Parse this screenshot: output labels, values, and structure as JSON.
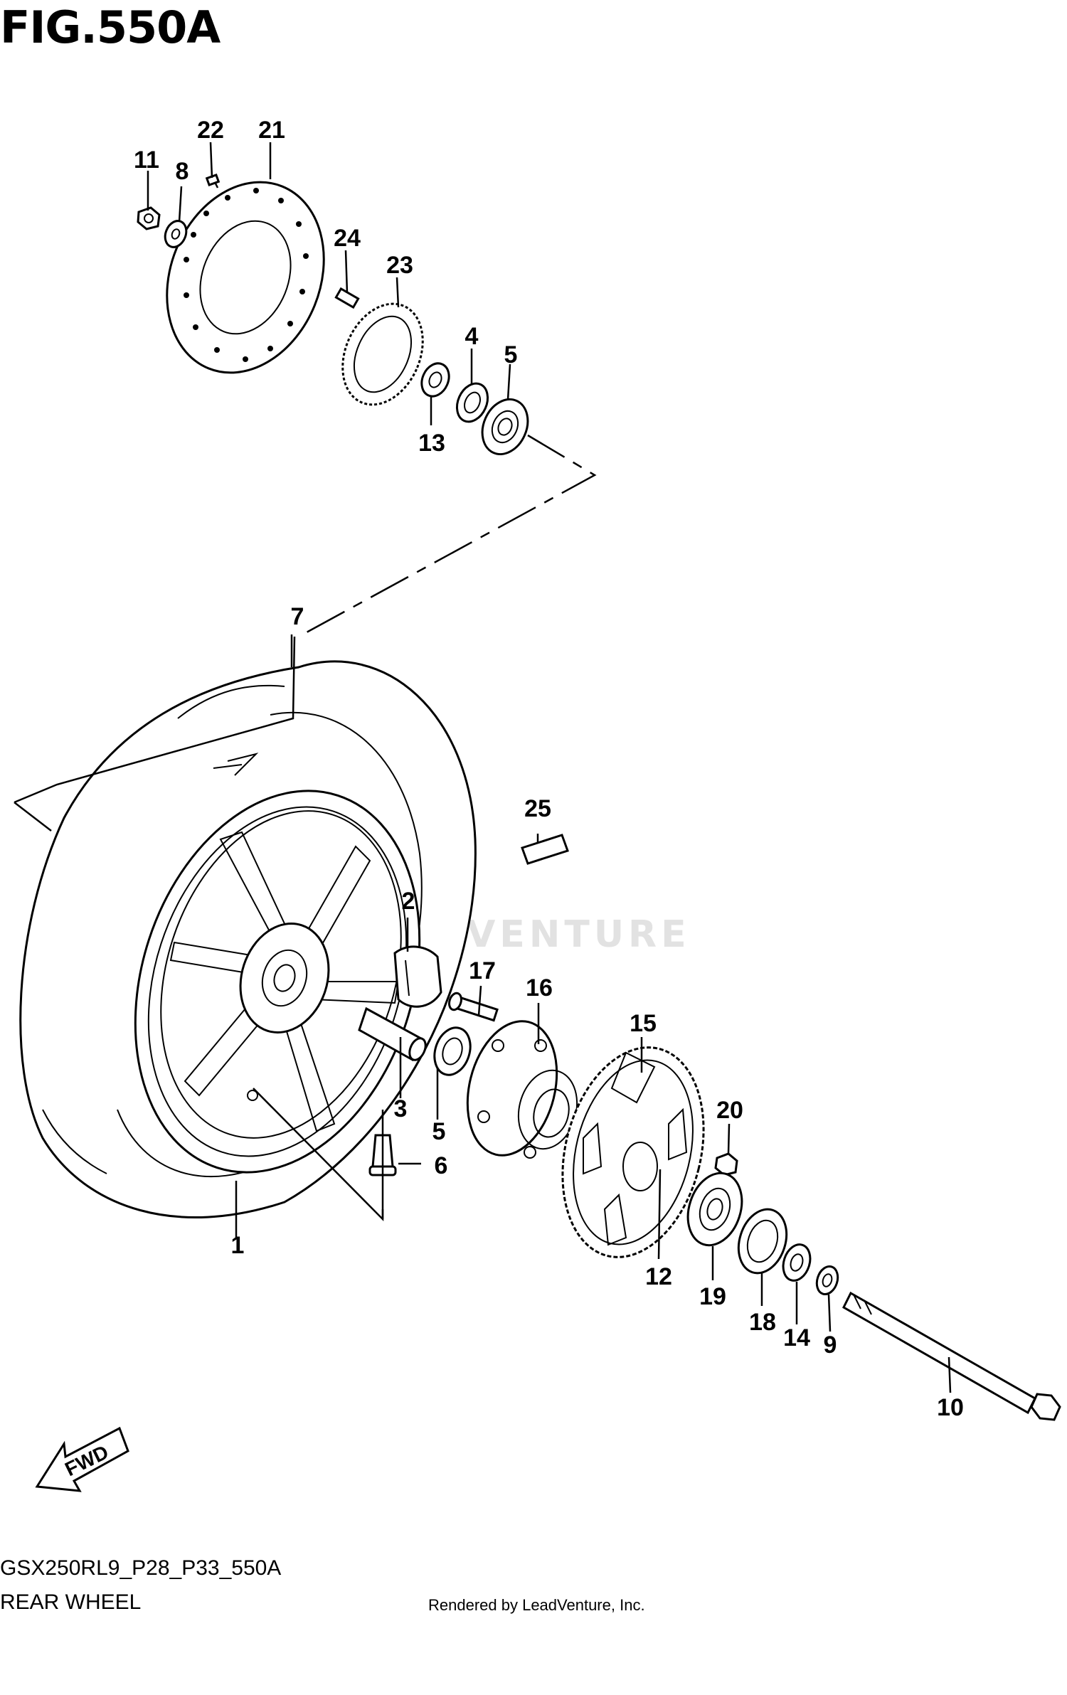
{
  "figure": {
    "title": "FIG.550A",
    "model_code": "GSX250RL9_P28_P33_550A",
    "caption": "REAR WHEEL",
    "rendered_by": "Rendered by LeadVenture, Inc.",
    "watermark": "LEADVENTURE",
    "fwd_label": "FWD"
  },
  "callouts": [
    {
      "id": "c1",
      "text": "1"
    },
    {
      "id": "c2",
      "text": "2"
    },
    {
      "id": "c3",
      "text": "3"
    },
    {
      "id": "c4",
      "text": "4"
    },
    {
      "id": "c5a",
      "text": "5"
    },
    {
      "id": "c5b",
      "text": "5"
    },
    {
      "id": "c6",
      "text": "6"
    },
    {
      "id": "c7",
      "text": "7"
    },
    {
      "id": "c8",
      "text": "8"
    },
    {
      "id": "c9",
      "text": "9"
    },
    {
      "id": "c10",
      "text": "10"
    },
    {
      "id": "c11",
      "text": "11"
    },
    {
      "id": "c12",
      "text": "12"
    },
    {
      "id": "c13",
      "text": "13"
    },
    {
      "id": "c14",
      "text": "14"
    },
    {
      "id": "c15",
      "text": "15"
    },
    {
      "id": "c16",
      "text": "16"
    },
    {
      "id": "c17",
      "text": "17"
    },
    {
      "id": "c18",
      "text": "18"
    },
    {
      "id": "c19",
      "text": "19"
    },
    {
      "id": "c20",
      "text": "20"
    },
    {
      "id": "c21",
      "text": "21"
    },
    {
      "id": "c22",
      "text": "22"
    },
    {
      "id": "c23",
      "text": "23"
    },
    {
      "id": "c24",
      "text": "24"
    },
    {
      "id": "c25",
      "text": "25"
    }
  ]
}
